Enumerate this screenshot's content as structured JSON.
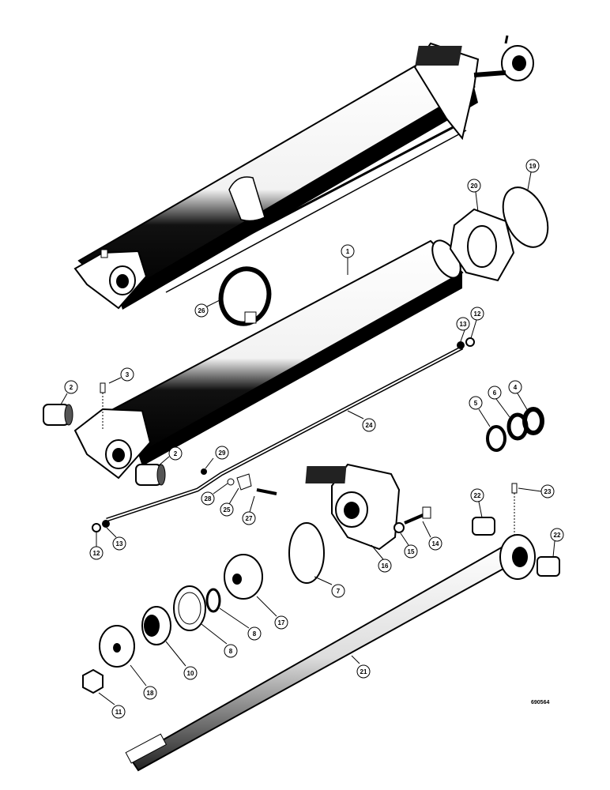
{
  "figure_ref": "690564",
  "callouts": [
    {
      "id": "c1",
      "label": "1"
    },
    {
      "id": "c2a",
      "label": "2"
    },
    {
      "id": "c2b",
      "label": "2"
    },
    {
      "id": "c3",
      "label": "3"
    },
    {
      "id": "c4",
      "label": "4"
    },
    {
      "id": "c5",
      "label": "5"
    },
    {
      "id": "c6",
      "label": "6"
    },
    {
      "id": "c7",
      "label": "7"
    },
    {
      "id": "c8a",
      "label": "8"
    },
    {
      "id": "c8b",
      "label": "8"
    },
    {
      "id": "c10",
      "label": "10"
    },
    {
      "id": "c11",
      "label": "11"
    },
    {
      "id": "c12a",
      "label": "12"
    },
    {
      "id": "c12b",
      "label": "12"
    },
    {
      "id": "c13a",
      "label": "13"
    },
    {
      "id": "c13b",
      "label": "13"
    },
    {
      "id": "c14",
      "label": "14"
    },
    {
      "id": "c15",
      "label": "15"
    },
    {
      "id": "c16",
      "label": "16"
    },
    {
      "id": "c17",
      "label": "17"
    },
    {
      "id": "c18",
      "label": "18"
    },
    {
      "id": "c19",
      "label": "19"
    },
    {
      "id": "c20",
      "label": "20"
    },
    {
      "id": "c21",
      "label": "21"
    },
    {
      "id": "c22a",
      "label": "22"
    },
    {
      "id": "c22b",
      "label": "22"
    },
    {
      "id": "c23",
      "label": "23"
    },
    {
      "id": "c24",
      "label": "24"
    },
    {
      "id": "c25",
      "label": "25"
    },
    {
      "id": "c26",
      "label": "26"
    },
    {
      "id": "c27",
      "label": "27"
    },
    {
      "id": "c28",
      "label": "28"
    },
    {
      "id": "c29",
      "label": "29"
    }
  ]
}
